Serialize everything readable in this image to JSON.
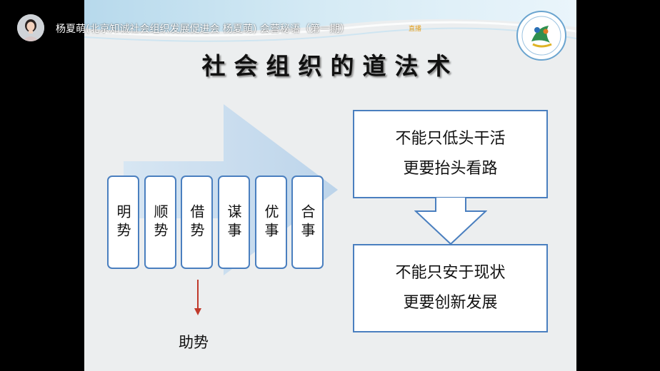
{
  "overlay": {
    "title": "杨夏萌(北京知诚社会组织发展促进会 杨夏萌) 会营秘语（第一期）",
    "badge": "直播"
  },
  "slide": {
    "title": "社会组织的道法术",
    "terms": [
      "明势",
      "顺势",
      "借势",
      "谋事",
      "优事",
      "合事"
    ],
    "annotation": "助势",
    "flow": {
      "top": [
        "不能只低头干活",
        "更要抬头看路"
      ],
      "bottom": [
        "不能只安于现状",
        "更要创新发展"
      ]
    }
  },
  "colors": {
    "box_border": "#4a7fbf",
    "arrow_fill": "#c9dcef",
    "annotation_arrow": "#c0392b",
    "slide_background": "#eceeef"
  }
}
